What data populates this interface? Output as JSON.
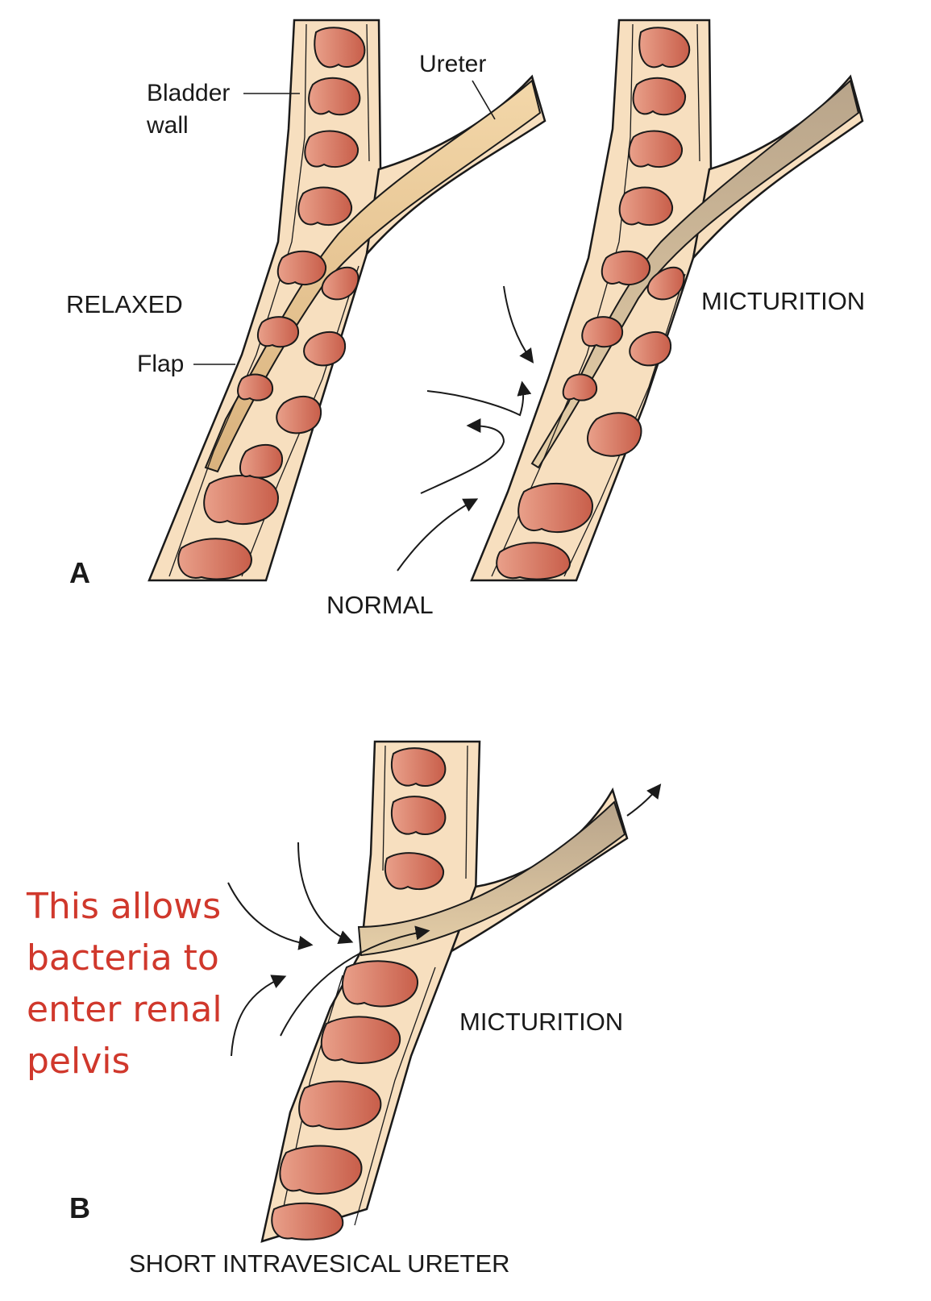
{
  "colors": {
    "tissue": "#f7dfbf",
    "muscle": "#cf6a55",
    "muscle_light": "#e4927a",
    "lumen": "#e9c48f",
    "outline": "#1a1a1a",
    "note": "#d0382c"
  },
  "panel_a": {
    "letter": "A",
    "caption": "NORMAL",
    "label_relaxed": "RELAXED",
    "label_micturition": "MICTURITION",
    "label_bladder": "Bladder",
    "label_wall": "wall",
    "label_ureter": "Ureter",
    "label_flap": "Flap"
  },
  "panel_b": {
    "letter": "B",
    "caption": "SHORT INTRAVESICAL URETER",
    "label_micturition": "MICTURITION",
    "note": "This allows\nbacteria to\nenter renal\npelvis"
  }
}
